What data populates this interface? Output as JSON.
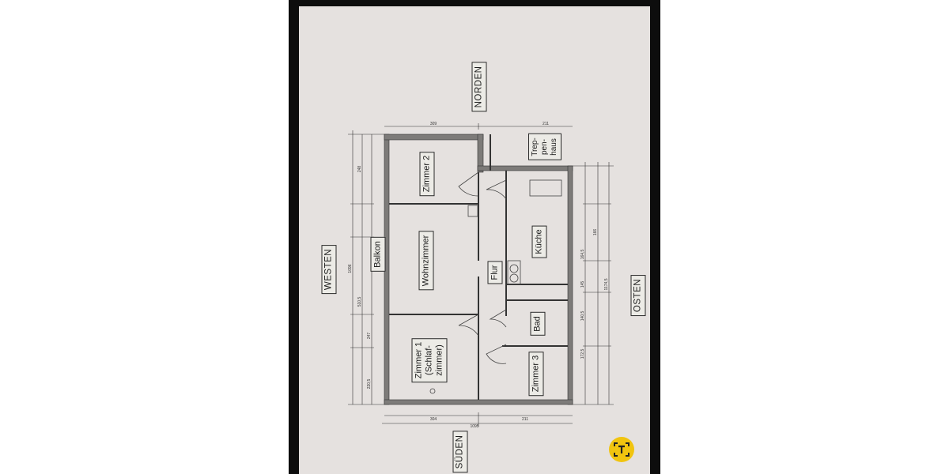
{
  "compass": {
    "north": "NORDEN",
    "south": "SÜDEN",
    "west": "WESTEN",
    "east": "OSTEN"
  },
  "rooms": {
    "zimmer2": "Zimmer 2",
    "wohnzimmer": "Wohnzimmer",
    "balkon": "Balkon",
    "zimmer1": "Zimmer 1\n(Schlaf-\nzimmer)",
    "flur": "Flur",
    "kueche": "Küche",
    "bad": "Bad",
    "zimmer3": "Zimmer 3",
    "treppenhaus": "Trep-\npen-\nhaus"
  },
  "dimensions": {
    "total_left": "1096",
    "total_bottom": "1095",
    "total_right": "1174,5",
    "top_a": "309",
    "top_b": "211",
    "bottom_a": "304",
    "bottom_b": "211",
    "left_a": "248",
    "left_b": "510,5",
    "left_c": "247",
    "left_d": "220,5",
    "right_a": "166",
    "right_b": "164,5",
    "right_c": "145",
    "right_d": "140,5",
    "right_e": "172,5"
  },
  "colors": {
    "paper": "#e5e1df",
    "frame": "#0d0d0d",
    "badge": "#f1c40f",
    "ink": "#2a2a2a"
  },
  "icons": {
    "badge": "text-recognition-icon"
  }
}
